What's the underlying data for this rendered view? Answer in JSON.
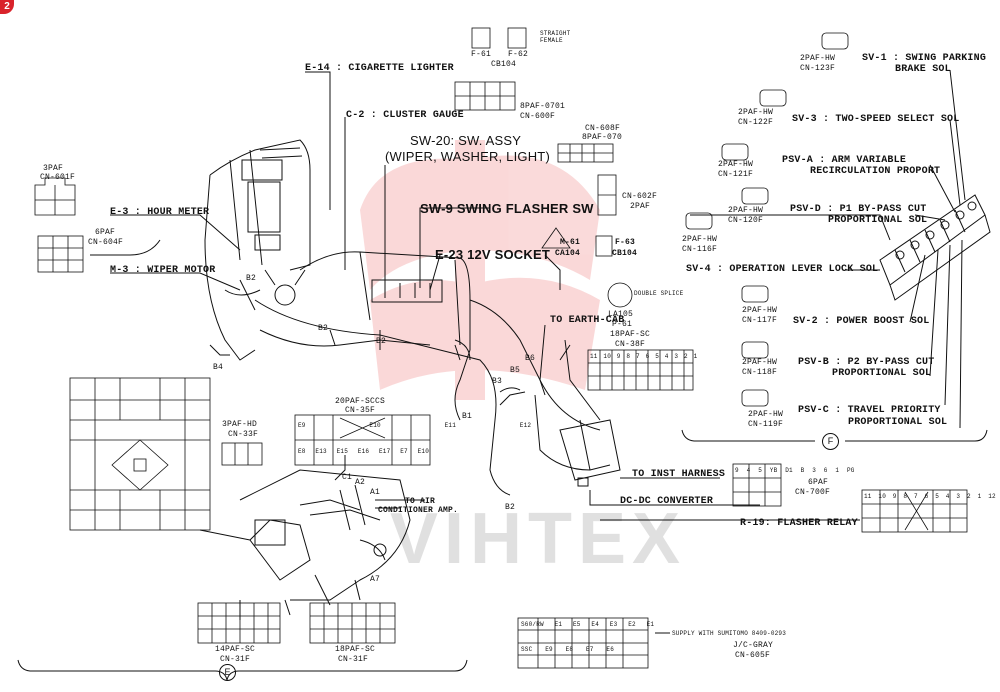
{
  "page_badge": "2",
  "watermark": "VIHTEX",
  "components": {
    "e14": "E-14 : CIGARETTE LIGHTER",
    "c2": "C-2 : CLUSTER GAUGE",
    "sw20_line1": "SW-20: SW. ASSY",
    "sw20_line2": "(WIPER, WASHER, LIGHT)",
    "sw9": "SW-9 SWING FLASHER SW",
    "e23": "E-23 12V SOCKET",
    "e3": "E-3 : HOUR METER",
    "m3": "M-3 : WIPER MOTOR",
    "to_earth": "TO EARTH-CAB",
    "to_inst": "TO INST HARNESS",
    "dcdc": "DC-DC CONVERTER",
    "r19": "R-19: FLASHER RELAY",
    "to_aircon_1": "TO AIR",
    "to_aircon_2": "CONDITIONER AMP.",
    "supply_note": "SUPPLY WITH SUMITOMO 8409-0293",
    "jc_gray": "J/C-GRAY",
    "cn605f": "CN-605F"
  },
  "connectors": {
    "f61": "F-61",
    "f62": "F-62",
    "cb104_top": "CB104",
    "straight_female_1": "STRAIGHT",
    "straight_female_2": "FEMALE",
    "paf8_0701": "8PAF-0701",
    "cn600f": "CN-600F",
    "cn608f": "CN-608F",
    "paf8_070": "8PAF-070",
    "cn602f": "CN-602F",
    "paf2": "2PAF",
    "paf3": "3PAF",
    "cn601f": "CN-601F",
    "paf6_a": "6PAF",
    "cn604f": "CN-604F",
    "m61": "M-61",
    "ca104": "CA104",
    "f63": "F-63",
    "cb104": "CB104",
    "la105": "LA105",
    "p61": "P-61",
    "double_splice": "DOUBLE SPLICE",
    "paf18_sc_a": "18PAF-SC",
    "cn38f": "CN-38F",
    "paf20_sccs": "20PAF-SCCS",
    "cn35f": "CN-35F",
    "paf3_hd": "3PAF-HD",
    "cn33f": "CN-33F",
    "paf6_b": "6PAF",
    "cn700f": "CN-700F",
    "paf14_sc": "14PAF-SC",
    "cn31f_a": "CN-31F",
    "paf18_sc_b": "18PAF-SC",
    "cn31f_b": "CN-31F"
  },
  "valves": [
    {
      "type": "2PAF-HW",
      "cn": "CN-123F",
      "label1": "SV-1 : SWING PARKING",
      "label2": "BRAKE SOL"
    },
    {
      "type": "2PAF-HW",
      "cn": "CN-122F",
      "label1": "SV-3 : TWO-SPEED SELECT SOL",
      "label2": ""
    },
    {
      "type": "2PAF-HW",
      "cn": "CN-121F",
      "label1": "PSV-A : ARM VARIABLE",
      "label2": "RECIRCULATION PROPORT"
    },
    {
      "type": "2PAF-HW",
      "cn": "CN-120F",
      "label1": "PSV-D : P1 BY-PASS CUT",
      "label2": "PROPORTIONAL SOL"
    },
    {
      "type": "2PAF-HW",
      "cn": "CN-116F",
      "label1": "",
      "label2": ""
    },
    {
      "type": "",
      "cn": "",
      "label1": "SV-4 : OPERATION LEVER LOCK SOL",
      "label2": ""
    },
    {
      "type": "2PAF-HW",
      "cn": "CN-117F",
      "label1": "SV-2 : POWER BOOST SOL",
      "label2": ""
    },
    {
      "type": "2PAF-HW",
      "cn": "CN-118F",
      "label1": "PSV-B : P2 BY-PASS CUT",
      "label2": "PROPORTIONAL SOL"
    },
    {
      "type": "2PAF-HW",
      "cn": "CN-119F",
      "label1": "PSV-C : TRAVEL PRIORITY",
      "label2": "PROPORTIONAL SOL"
    }
  ],
  "harness_points": [
    "B1",
    "B2",
    "B2",
    "B2",
    "B2",
    "B3",
    "B4",
    "B5",
    "B6",
    "A1",
    "A2",
    "A7",
    "C1"
  ],
  "section_markers": {
    "f": "F",
    "e": "E"
  },
  "pin_sets": {
    "cn605f_top": [
      "S60/RW",
      "E1",
      "E5",
      "E4",
      "E3",
      "E2",
      "E1"
    ],
    "cn605f_bot": [
      "SSC",
      "E9",
      "E8",
      "E7",
      "E6"
    ],
    "cn35f_top": [
      "E9",
      "E10",
      "E11",
      "E12"
    ],
    "cn35f_bot": [
      "E8",
      "E13",
      "E15",
      "E16",
      "E17",
      "E7",
      "E10"
    ],
    "cn38f": [
      "11",
      "10",
      "9",
      "8",
      "7",
      "6",
      "5",
      "4",
      "3",
      "2",
      "1"
    ],
    "cn700f": [
      "9",
      "4",
      "5",
      "YB",
      "D1",
      "B",
      "3",
      "6",
      "1",
      "PG"
    ],
    "r19": [
      "11",
      "10",
      "9",
      "8",
      "7",
      "6",
      "5",
      "4",
      "3",
      "2",
      "1",
      "12"
    ]
  }
}
